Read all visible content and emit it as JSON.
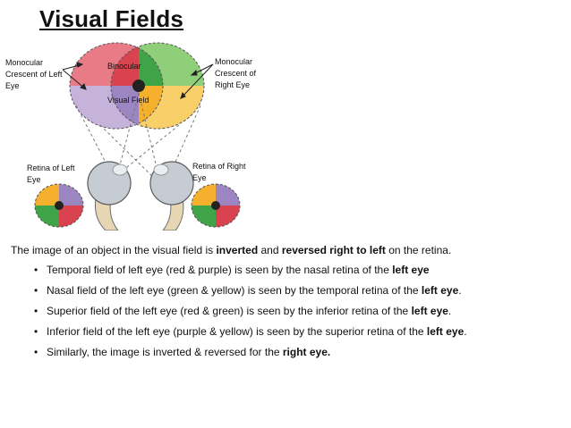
{
  "title": "Visual Fields",
  "labels": {
    "monocular_left": "Monocular Crescent of Left Eye",
    "binocular": "Binocular",
    "visual_field": "Visual Field",
    "monocular_right": "Monocular Crescent of Right Eye",
    "retina_left": "Retina of Left Eye",
    "retina_right": "Retina of Right Eye"
  },
  "colors": {
    "red": "#d9434f",
    "green": "#3fa447",
    "purple": "#9c86c2",
    "yellow": "#f5b12e",
    "light_green": "#8fcf7a",
    "pink": "#e97b86",
    "lavender": "#c6b3dc",
    "light_yellow": "#f9cf6a"
  },
  "intro": {
    "t1": "The image of an object in the visual field is ",
    "b1": "inverted",
    "t2": " and ",
    "b2": "reversed right to left",
    "t3": " on the retina."
  },
  "bullets": [
    {
      "text": "Temporal field of left eye (red & purple) is seen by the nasal retina of the ",
      "bold": "left eye",
      "tail": ""
    },
    {
      "text": "Nasal field of the left eye (green & yellow) is seen by the temporal retina of the ",
      "bold": "left eye",
      "tail": "."
    },
    {
      "text": "Superior field of the left eye (red & green) is seen by the inferior retina of the ",
      "bold": "left eye",
      "tail": "."
    },
    {
      "text": "Inferior field of the left eye (purple & yellow) is seen by the superior retina of the ",
      "bold": "left eye",
      "tail": "."
    },
    {
      "text": "Similarly, the image is inverted & reversed for the ",
      "bold": "right eye.",
      "tail": ""
    }
  ]
}
